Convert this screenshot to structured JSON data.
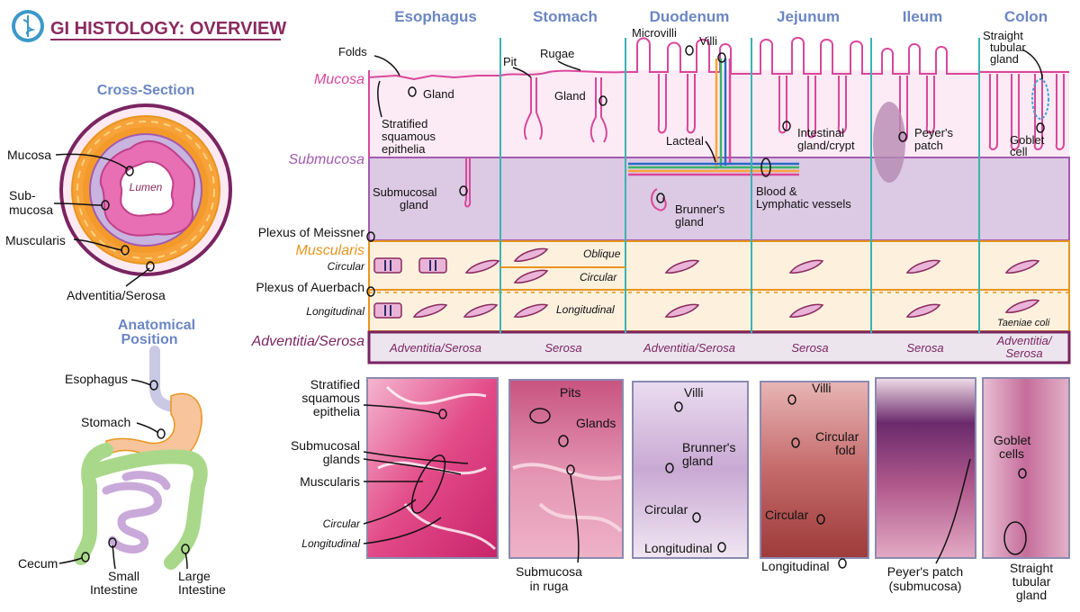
{
  "header": {
    "title": "GI HISTOLOGY: OVERVIEW",
    "colors": {
      "title": "#8a2a5e",
      "segment_heading": "#6b86c4",
      "mucosa": "#d9479b",
      "submucosa": "#a25bb0",
      "muscularis": "#e8951e",
      "adventitia": "#7a2461",
      "divider": "#3bb3b3"
    }
  },
  "left": {
    "cross_section_title": "Cross-Section",
    "cross_labels": {
      "mucosa": "Mucosa",
      "submucosa_1": "Sub-",
      "submucosa_2": "mucosa",
      "muscularis": "Muscularis",
      "adventitia": "Adventitia/Serosa",
      "lumen": "Lumen"
    },
    "anatomical_title_1": "Anatomical",
    "anatomical_title_2": "Position",
    "anat_labels": {
      "esophagus": "Esophagus",
      "stomach": "Stomach",
      "cecum": "Cecum",
      "small_1": "Small",
      "small_2": "Intestine",
      "large_1": "Large",
      "large_2": "Intestine"
    }
  },
  "segments": [
    "Esophagus",
    "Stomach",
    "Duodenum",
    "Jejunum",
    "Ileum",
    "Colon"
  ],
  "layers": {
    "mucosa": "Mucosa",
    "submucosa": "Submucosa",
    "meissner": "Plexus of Meissner",
    "muscularis": "Muscularis",
    "circular": "Circular",
    "auerbach": "Plexus of Auerbach",
    "longitudinal": "Longitudinal",
    "adventitia": "Adventitia/Serosa"
  },
  "diagram_labels": {
    "folds": "Folds",
    "gland": "Gland",
    "strat_1": "Stratified",
    "strat_2": "squamous",
    "strat_3": "epithelia",
    "submucosal_gland_1": "Submucosal",
    "submucosal_gland_2": "gland",
    "pit": "Pit",
    "rugae": "Rugae",
    "stomach_gland": "Gland",
    "oblique": "Oblique",
    "stomach_circular": "Circular",
    "stomach_longitudinal": "Longitudinal",
    "microvilli": "Microvilli",
    "villi": "Villi",
    "lacteal": "Lacteal",
    "brunner_1": "Brunner's",
    "brunner_2": "gland",
    "blood_1": "Blood &",
    "blood_2": "Lymphatic vessels",
    "intestinal_1": "Intestinal",
    "intestinal_2": "gland/crypt",
    "peyer_1": "Peyer's",
    "peyer_2": "patch",
    "straight_1": "Straight",
    "straight_2": "tubular",
    "straight_3": "gland",
    "goblet_1": "Goblet",
    "goblet_2": "cell",
    "taeniae": "Taeniae coli"
  },
  "serosa_row": [
    "Adventitia/Serosa",
    "Serosa",
    "Adventitia/Serosa",
    "Serosa",
    "Serosa",
    "Adventitia/",
    "Serosa"
  ],
  "micro_labels": {
    "strat_1": "Stratified",
    "strat_2": "squamous",
    "strat_3": "epithelia",
    "subglands_1": "Submucosal",
    "subglands_2": "glands",
    "muscularis": "Muscularis",
    "circular": "Circular",
    "longitudinal": "Longitudinal",
    "pits": "Pits",
    "glands": "Glands",
    "subruga_1": "Submucosa",
    "subruga_2": "in ruga",
    "d_villi": "Villi",
    "d_brunner_1": "Brunner's",
    "d_brunner_2": "gland",
    "d_circular": "Circular",
    "d_longitudinal": "Longitudinal",
    "j_villi": "Villi",
    "j_circ_1": "Circular",
    "j_circ_2": "fold",
    "j_circular": "Circular",
    "j_longitudinal": "Longitudinal",
    "peyer_1": "Peyer's patch",
    "peyer_2": "(submucosa)",
    "goblet_1": "Goblet",
    "goblet_2": "cells",
    "straight_1": "Straight",
    "straight_2": "tubular",
    "straight_3": "gland"
  }
}
